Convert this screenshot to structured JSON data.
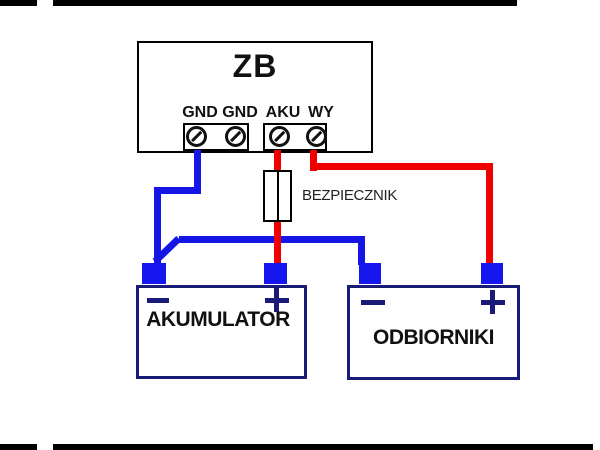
{
  "diagram": {
    "controller": {
      "title": "ZB",
      "terminals": [
        "GND",
        "GND",
        "AKU",
        "WY"
      ]
    },
    "fuse": {
      "label": "BEZPIECZNIK"
    },
    "battery": {
      "label": "AKUMULATOR",
      "negative_symbol": "−",
      "positive_symbol": "+"
    },
    "receivers": {
      "label": "ODBIORNIKI",
      "negative_symbol": "−",
      "positive_symbol": "+"
    },
    "colors": {
      "negative_wire_blue": "#1515e6",
      "positive_wire_red": "#ee0000",
      "connector_lug_blue": "#1515ee",
      "component_outline_navy": "#1a1a78",
      "controller_outline_black": "#000000",
      "frame_bar_black": "#000000",
      "background": "#fefefe"
    }
  }
}
